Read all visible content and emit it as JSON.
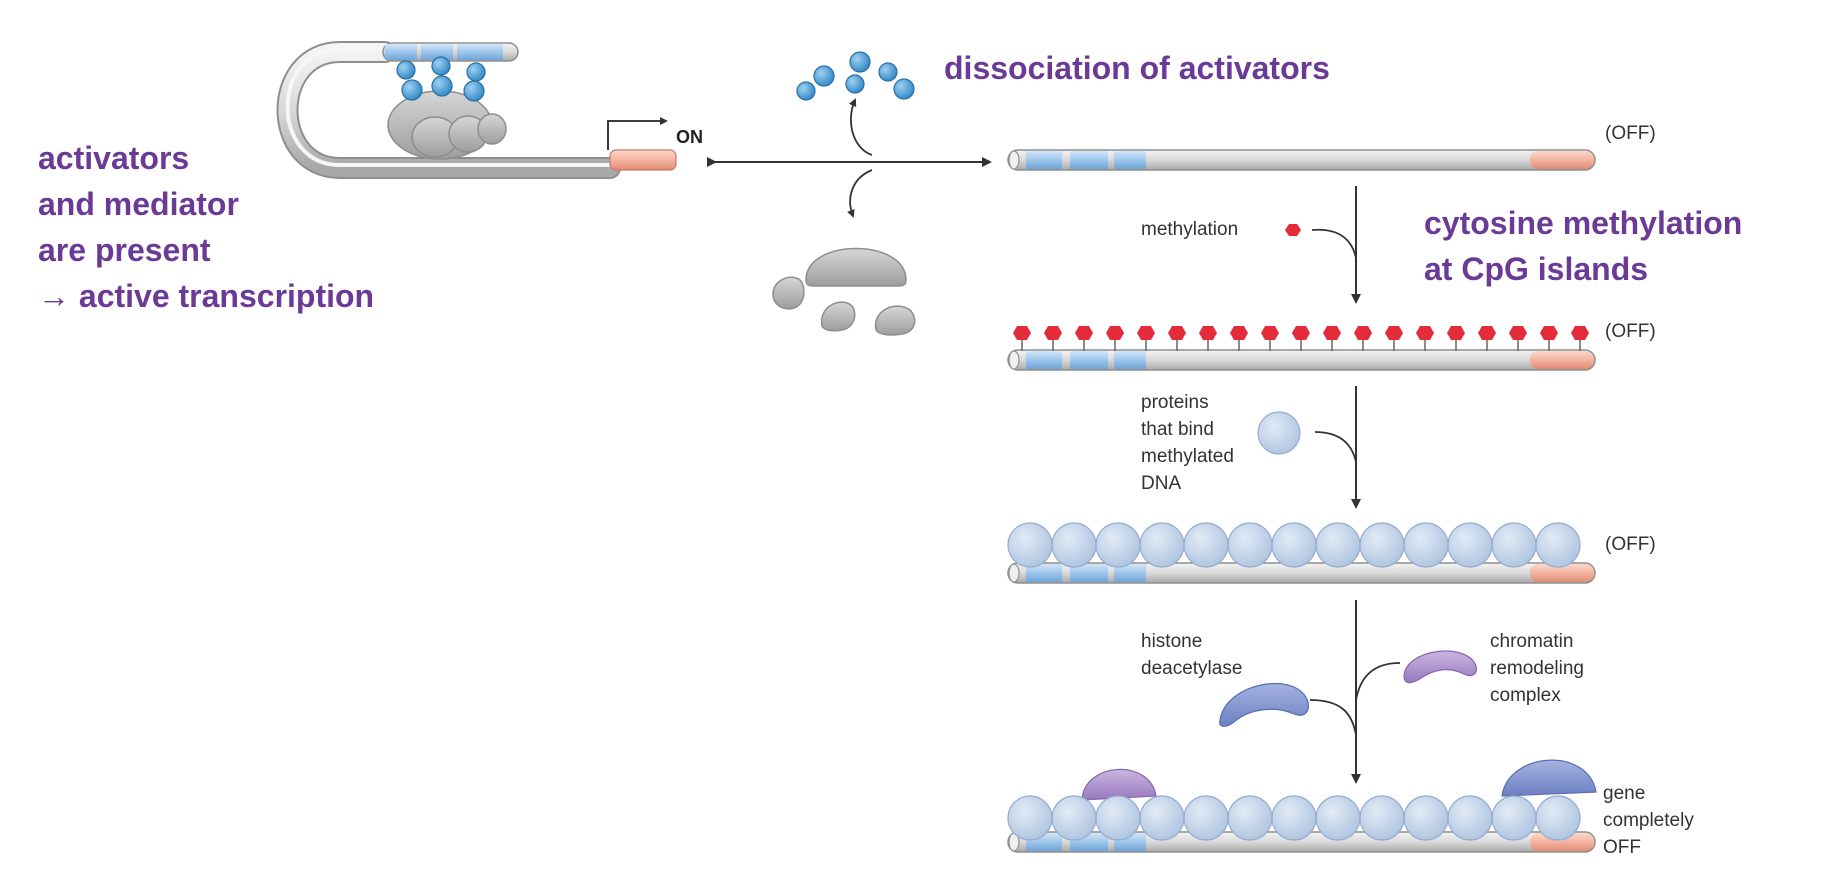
{
  "callouts": {
    "left_line1": "activators",
    "left_line2": "and mediator",
    "left_line3": "are present",
    "left_line4": "→ active transcription",
    "top": "dissociation of activators",
    "right_line1": "cytosine methylation",
    "right_line2": "at CpG islands"
  },
  "labels": {
    "on": "ON",
    "off_1": "(OFF)",
    "off_2": "(OFF)",
    "off_3": "(OFF)",
    "methylation": "methylation",
    "proteins_line1": "proteins",
    "proteins_line2": "that bind",
    "proteins_line3": "methylated",
    "proteins_line4": "DNA",
    "hdac_line1": "histone",
    "hdac_line2": "deacetylase",
    "remodel_line1": "chromatin",
    "remodel_line2": "remodeling",
    "remodel_line3": "complex",
    "final_line1": "gene",
    "final_line2": "completely",
    "final_line3": "OFF"
  },
  "colors": {
    "callout": "#6a3a96",
    "dna": "#d9d9d9",
    "enhancer": "#9ec6ec",
    "promoter": "#f4b4a0",
    "activator": "#4a9fd8",
    "methyl": "#e32b3a",
    "mbd_protein": "#c2d4ea",
    "hdac": "#7f92cf",
    "remodeler": "#ab8fca",
    "mediator": "#b5b5b5"
  }
}
